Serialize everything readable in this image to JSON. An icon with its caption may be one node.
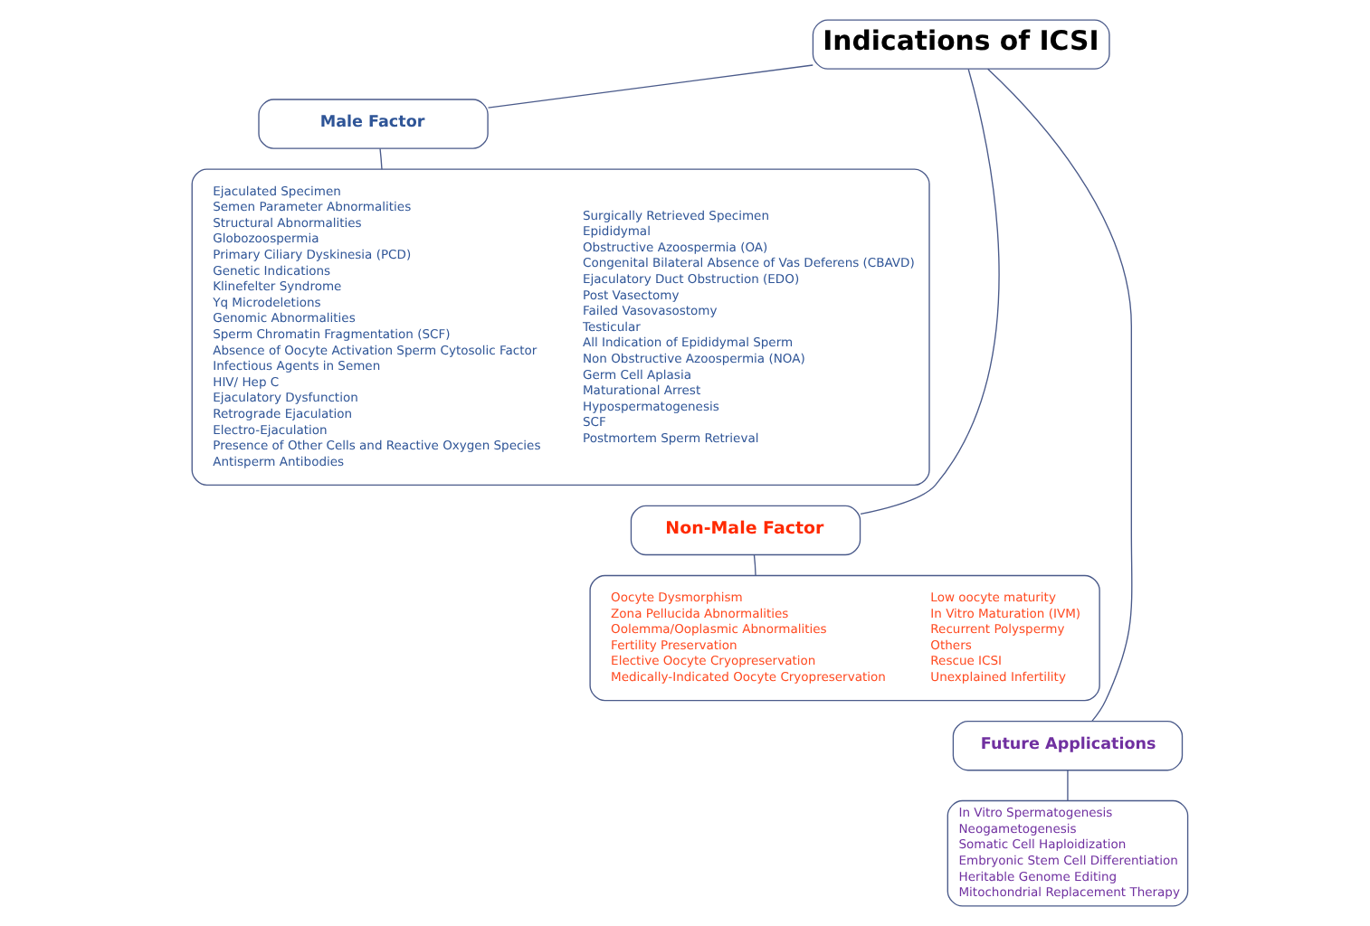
{
  "diagram": {
    "nodes": [
      {
        "text": [
          "Indications of ICSI"
        ]
      },
      {
        "text": [
          "Male Factor"
        ]
      },
      {
        "text": [],
        "shape": "box"
      },
      {
        "text": [
          "Ejaculated Specimen",
          "Semen Parameter Abnormalities",
          "Structural Abnormalities",
          "Globozoospermia",
          "Primary Ciliary Dyskinesia (PCD)",
          "Genetic Indications",
          "Klinefelter Syndrome",
          "Yq Microdeletions",
          "Genomic Abnormalities",
          "Sperm Chromatin Fragmentation (SCF)",
          "Absence of Oocyte Activation Sperm Cytosolic Factor",
          "Infectious Agents in Semen",
          "HIV/ Hep C",
          "Ejaculatory Dysfunction",
          "Retrograde Ejaculation",
          "Electro-Ejaculation",
          "Presence of Other Cells and Reactive Oxygen Species",
          "Antisperm Antibodies"
        ],
        "in": 2
      },
      {
        "text": [
          "Surgically Retrieved Specimen",
          "Epididymal",
          "Obstructive Azoospermia (OA)",
          "Congenital Bilateral Absence of Vas Deferens (CBAVD)",
          "Ejaculatory Duct Obstruction (EDO)",
          "Post Vasectomy",
          "Failed Vasovasostomy",
          "Testicular",
          "All Indication of Epididymal Sperm",
          "Non Obstructive Azoospermia (NOA)",
          "Germ Cell Aplasia",
          "Maturational Arrest",
          "Hypospermatogenesis",
          "SCF",
          "Postmortem Sperm Retrieval"
        ],
        "in": 2
      },
      {
        "text": [
          "Non-Male Factor"
        ]
      },
      {
        "text": [],
        "shape": "box"
      },
      {
        "text": [
          "Oocyte Dysmorphism",
          "Zona Pellucida Abnormalities",
          "Oolemma/Ooplasmic Abnormalities",
          "Fertility Preservation",
          "Elective Oocyte Cryopreservation",
          "Medically-Indicated Oocyte Cryopreservation"
        ],
        "in": 6
      },
      {
        "text": [
          "Low oocyte maturity",
          "In Vitro Maturation (IVM)",
          "Recurrent Polyspermy",
          "Others",
          "Rescue ICSI",
          "Unexplained Infertility"
        ],
        "in": 6
      },
      {
        "text": [
          "Future Applications"
        ]
      },
      {
        "text": [
          "In Vitro Spermatogenesis",
          "Neogametogenesis",
          "Somatic Cell Haploidization",
          "Embryonic Stem Cell Differentiation",
          "Heritable Genome Editing",
          "Mitochondrial Replacement Therapy"
        ]
      }
    ],
    "edges": [
      {
        "from": 0,
        "to": 1,
        "arrow": "none"
      },
      {
        "from": 0,
        "to": 5,
        "arrow": "none"
      },
      {
        "from": 0,
        "to": 9,
        "arrow": "none"
      },
      {
        "from": 1,
        "to": 2,
        "arrow": "none"
      },
      {
        "from": 5,
        "to": 6,
        "arrow": "none"
      },
      {
        "from": 9,
        "to": 10,
        "arrow": "none"
      }
    ]
  }
}
